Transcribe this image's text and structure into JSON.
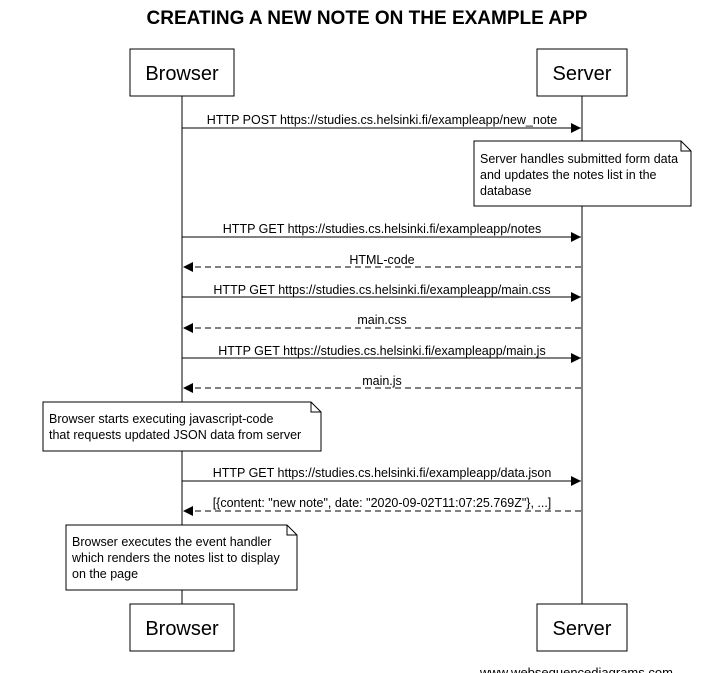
{
  "title": "CREATING A NEW NOTE ON THE EXAMPLE APP",
  "participants": {
    "browser": "Browser",
    "server": "Server"
  },
  "messages": [
    {
      "label": "HTTP POST https://studies.cs.helsinki.fi/exampleapp/new_note",
      "direction": "request",
      "style": "solid"
    },
    {
      "label": "HTTP GET https://studies.cs.helsinki.fi/exampleapp/notes",
      "direction": "request",
      "style": "solid"
    },
    {
      "label": "HTML-code",
      "direction": "response",
      "style": "dashed"
    },
    {
      "label": "HTTP GET https://studies.cs.helsinki.fi/exampleapp/main.css",
      "direction": "request",
      "style": "solid"
    },
    {
      "label": "main.css",
      "direction": "response",
      "style": "dashed"
    },
    {
      "label": "HTTP GET https://studies.cs.helsinki.fi/exampleapp/main.js",
      "direction": "request",
      "style": "solid"
    },
    {
      "label": "main.js",
      "direction": "response",
      "style": "dashed"
    },
    {
      "label": "HTTP GET https://studies.cs.helsinki.fi/exampleapp/data.json",
      "direction": "request",
      "style": "solid"
    },
    {
      "label": "[{content: \"new note\", date: \"2020-09-02T11:07:25.769Z\"}, ...]",
      "direction": "response",
      "style": "dashed"
    }
  ],
  "notes": {
    "server_handles": [
      "Server handles submitted form data",
      "and updates the notes list in the",
      "database"
    ],
    "browser_starts_js": [
      "Browser starts executing javascript-code",
      "that requests updated JSON data from server"
    ],
    "browser_executes_handler": [
      "Browser executes the event handler",
      "which renders the notes list to display",
      "on the page"
    ]
  },
  "watermark": "www.websequencediagrams.com"
}
